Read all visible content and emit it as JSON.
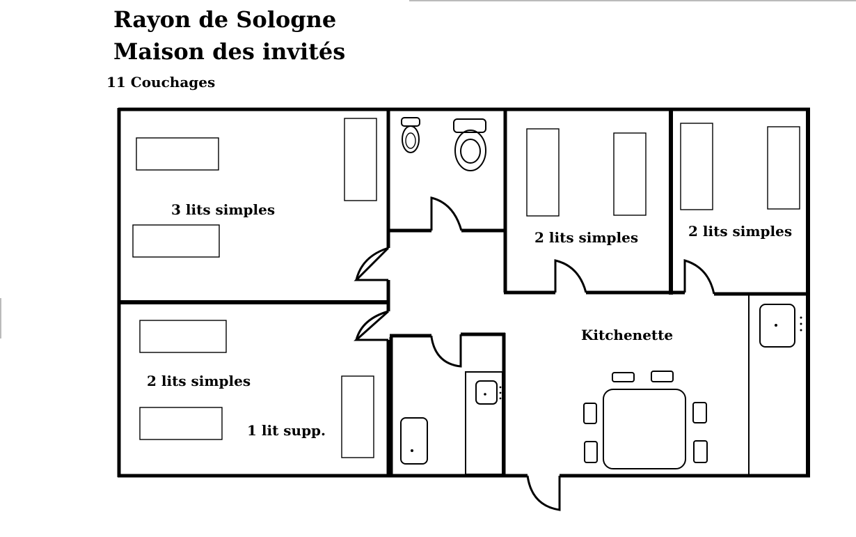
{
  "header": {
    "title_line1": "Rayon de Sologne",
    "title_line2": "Maison des invités",
    "capacity": "11 Couchages"
  },
  "rooms": {
    "bedroom_1": "3 lits simples",
    "bedroom_2": "2 lits simples",
    "bedroom_3": "2 lits simples",
    "bedroom_4": "2 lits simples",
    "extra_bed": "1 lit supp.",
    "kitchenette": "Kitchenette"
  }
}
